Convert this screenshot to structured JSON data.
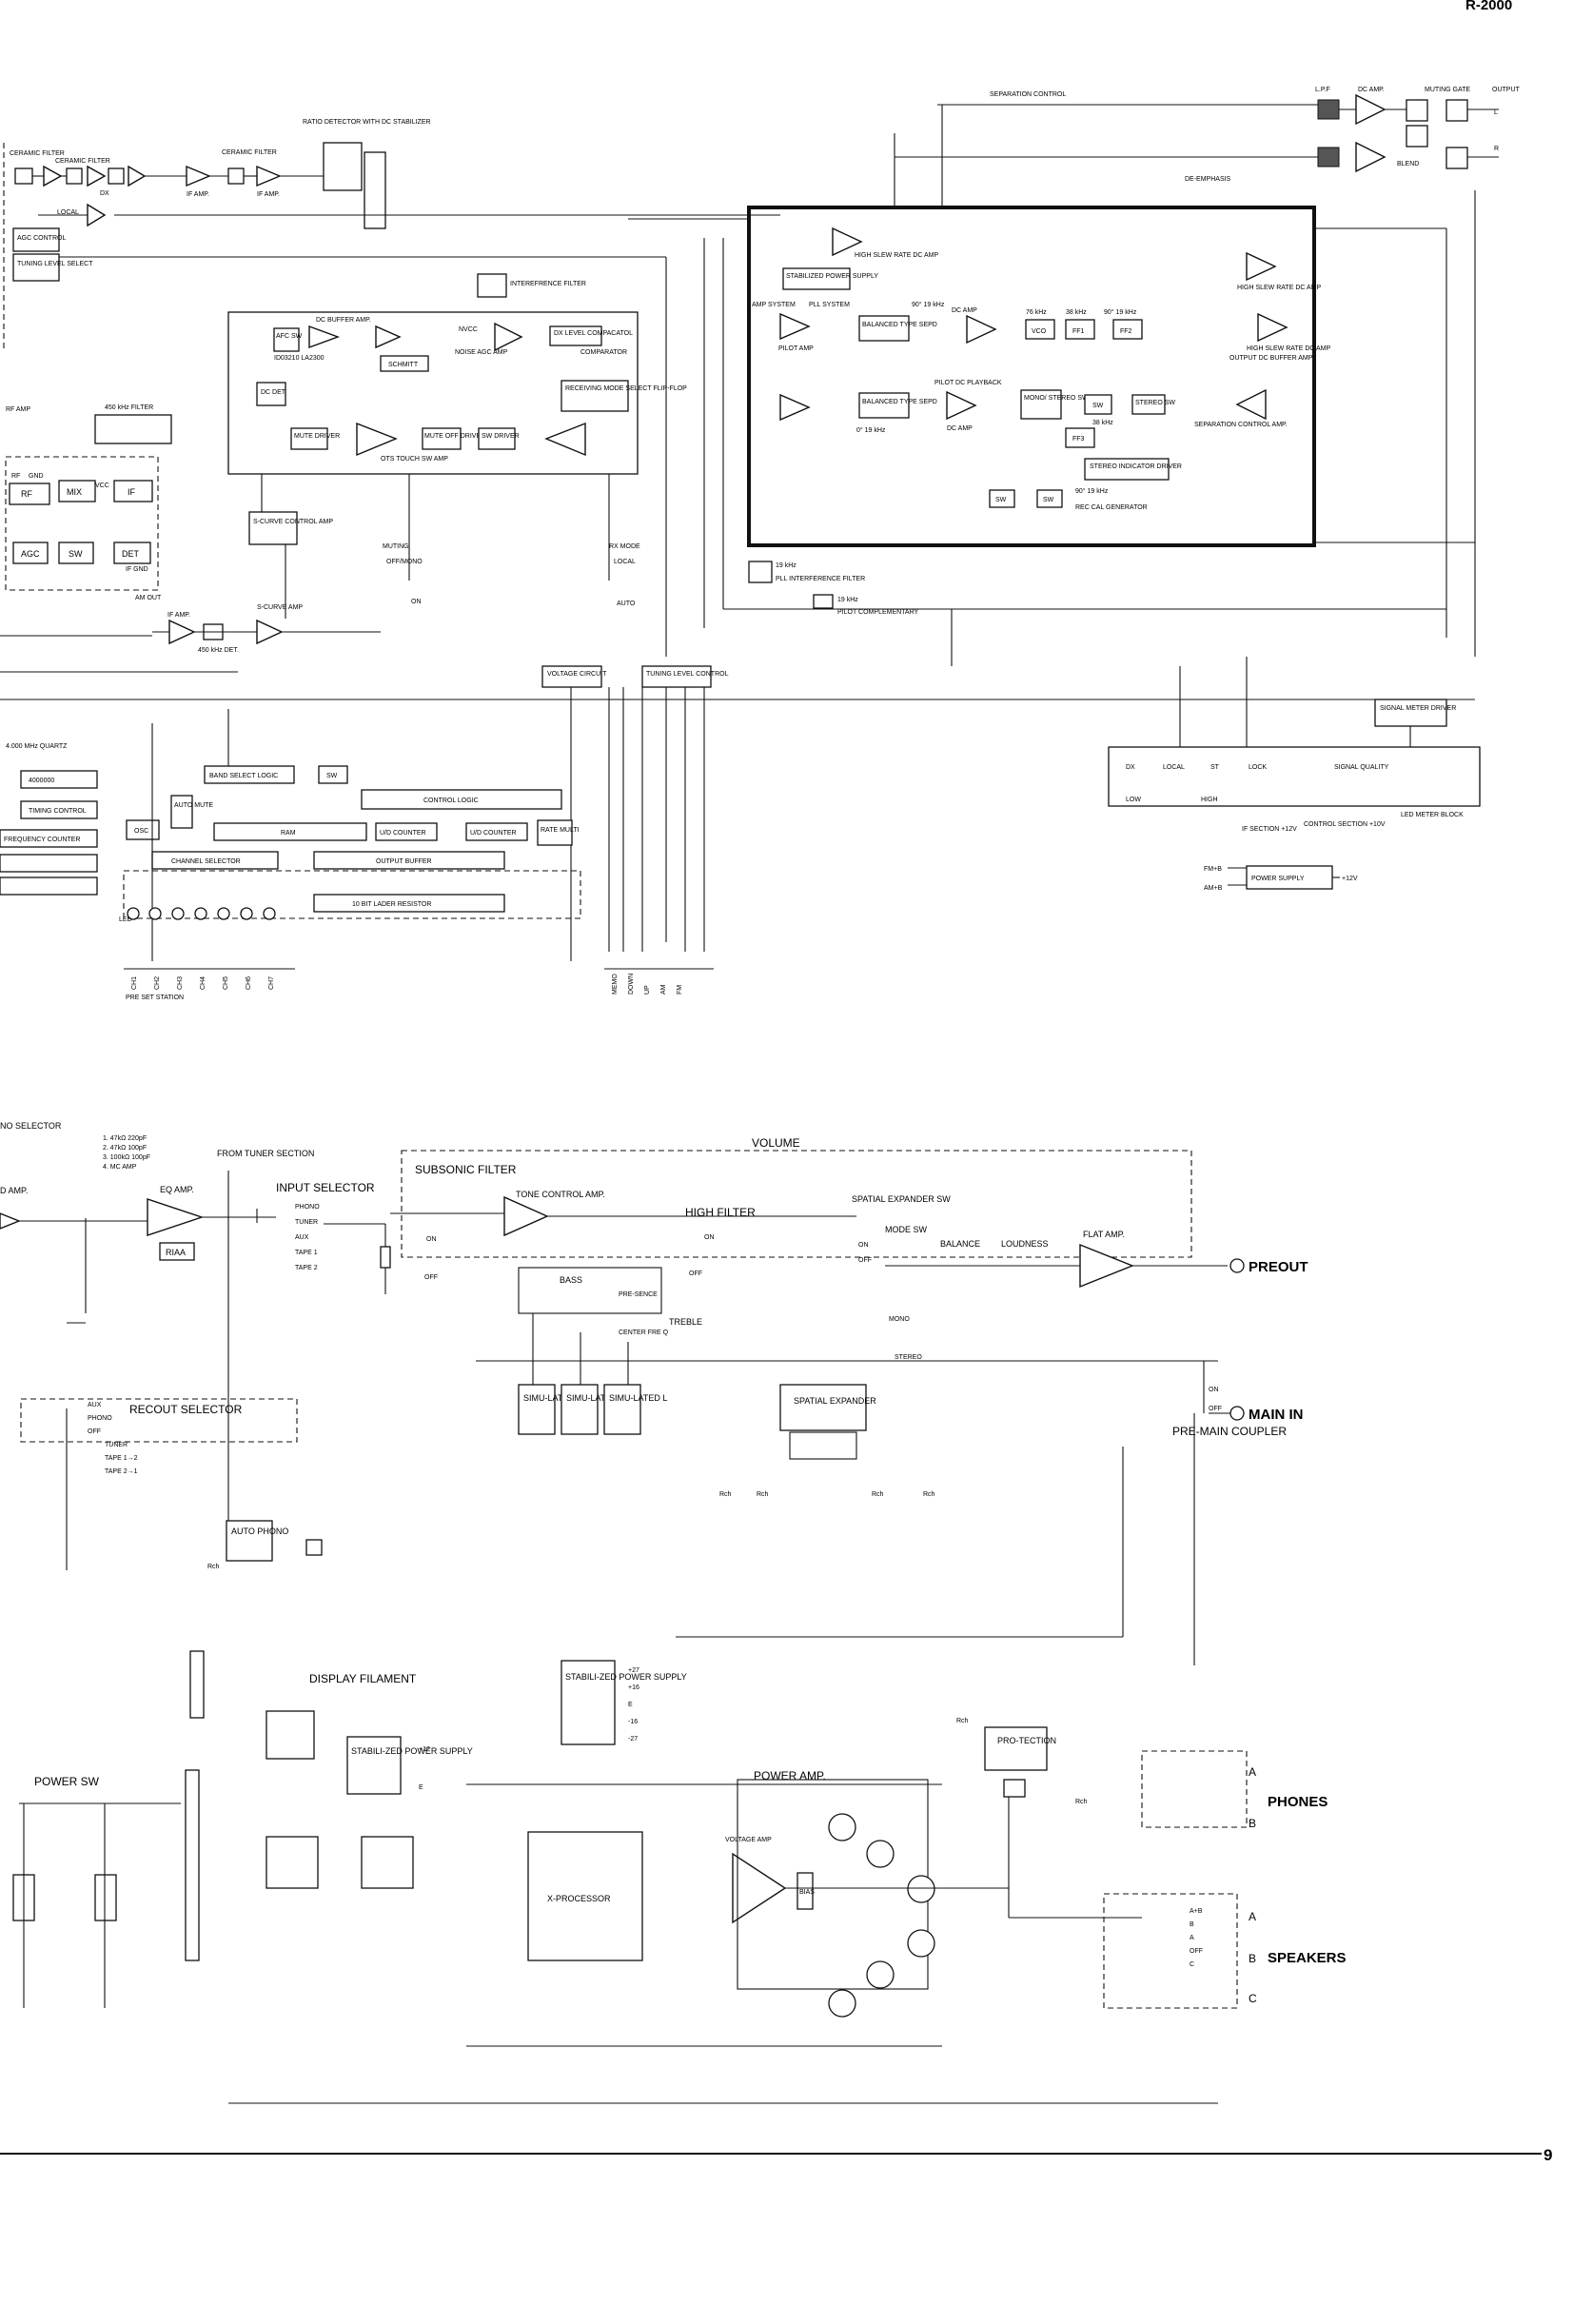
{
  "page_number": "9",
  "top_corner_label": "R-2000",
  "labels": {
    "ceramic_filter_1": "CERAMIC FILTER",
    "ceramic_filter_2": "CERAMIC FILTER",
    "ceramic_filter_3": "CERAMIC FILTER",
    "dx": "DX",
    "local": "LOCAL",
    "if_amp_1": "IF AMP.",
    "if_amp_2": "IF AMP.",
    "ratio_detector": "RATIO DETECTOR WITH DC STABILIZER",
    "agc_control": "AGC CONTROL",
    "tuning_level_select": "TUNING LEVEL SELECT",
    "rf_amp": "RF AMP",
    "filter_450": "450 kHz FILTER",
    "rf": "RF",
    "gnd": "GND",
    "mix": "MIX",
    "vcc": "VCC",
    "if": "IF",
    "agc": "AGC",
    "sw": "SW",
    "det": "DET",
    "if_gnd": "IF GND",
    "am_out": "AM OUT",
    "if_amp_3": "IF AMP.",
    "det_450": "450 kHz DET.",
    "s_curve_amp": "S-CURVE AMP",
    "s_curve_control_amp": "S-CURVE CONTROL AMP",
    "interference_filter": "INTEREFRENCE FILTER",
    "dc_buffer_amp": "DC BUFFER AMP.",
    "afc_sw": "AFC SW",
    "nvcc": "NVCC",
    "ic_name": "ID03210 LA2300",
    "schmitt": "SCHMITT",
    "noise_agc_amp": "NOISE AGC AMP",
    "dx_level_comp": "DX LEVEL COMPACATOL",
    "comparator": "COMPARATOR",
    "dc_det": "DC DET",
    "receiving_mode": "RECEIVING MODE SELECT FLIP-FLOP",
    "mute_driver": "MUTE DRIVER",
    "mute_off_driver": "MUTE OFF DRIVER",
    "sw_driver": "SW DRIVER",
    "ots_touch": "OTS TOUCH SW AMP",
    "muting": "MUTING",
    "off_mono": "OFF/MONO",
    "on": "ON",
    "rx_mode": "RX MODE",
    "local_2": "LOCAL",
    "auto": "AUTO",
    "separation_control": "SEPARATION CONTROL",
    "lpf": "L.P.F",
    "dc_amp": "DC AMP.",
    "muting_gate": "MUTING GATE",
    "output": "OUTPUT",
    "L": "L",
    "R": "R",
    "blend": "BLEND",
    "de_emphasis": "DE-EMPHASIS",
    "high_slew_1": "HIGH SLEW RATE DC AMP",
    "high_slew_2": "HIGH SLEW RATE DC AMP",
    "high_slew_3": "HIGH SLEW RATE DC AMP",
    "stabilized_ps": "STABILIZED POWER SUPPLY",
    "amp_system": "AMP SYSTEM",
    "pll_system": "PLL SYSTEM",
    "pilot_amp": "PILOT AMP",
    "balanced_sepd_1": "BALANCED TYPE SEPD",
    "balanced_sepd_2": "BALANCED TYPE SEPD",
    "f19_1": "90° 19 kHz",
    "f19_2": "0° 19 kHz",
    "dc_amp_2": "DC AMP",
    "dc_amp_3": "DC AMP",
    "vco": "VCO",
    "f76": "76 kHz",
    "f38": "38 kHz",
    "f19_3": "90° 19 kHz",
    "ff1": "FF1",
    "ff2": "FF2",
    "ff3": "FF3",
    "output_dc_buffer": "OUTPUT DC BUFFER AMP",
    "pilot_dc_playback": "PILOT DC PLAYBACK",
    "mono_stereo_sw": "MONO/ STEREO SW",
    "sw_2": "SW",
    "f38_2": "38 kHz",
    "stereo_sw": "STEREO SW",
    "separation_control_amp": "SEPARATION CONTROL AMP.",
    "stereo_indicator": "STEREO INDICATOR DRIVER",
    "sw_3": "SW",
    "sw_4": "SW",
    "f19_4": "90° 19 kHz",
    "rec_cal": "REC CAL GENERATOR",
    "f19_5": "19 kHz",
    "pll_interference": "PLL INTERFERENCE FILTER",
    "f19_6": "19 kHz",
    "pilot_complementary": "PILOT COMPLEMENTARY",
    "voltage_circuit": "VOLTAGE CIRCUIT",
    "tuning_level_control": "TUNING LEVEL CONTROL",
    "signal_meter_driver": "SIGNAL METER DRIVER",
    "m_dx": "DX",
    "m_local": "LOCAL",
    "m_st": "ST",
    "m_lock": "LOCK",
    "signal_quality": "SIGNAL QUALITY",
    "low": "LOW",
    "high": "HIGH",
    "led_meter_block": "LED METER BLOCK",
    "if_section": "IF SECTION +12V",
    "control_section": "CONTROL SECTION +10V",
    "fm_b": "FM+B",
    "am_b": "AM+B",
    "power_supply_small": "POWER SUPPLY",
    "plus12": "+12V",
    "quartz": "4.000 MHz QUARTZ",
    "q_val": "4000000",
    "timing_control": "TIMING CONTROL",
    "frequency_counter": "FREQUENCY COUNTER",
    "band_select_logic": "BAND SELECT LOGIC",
    "sw_5": "SW",
    "control_logic": "CONTROL LOGIC",
    "osc": "OSC",
    "auto_mute": "AUTO MUTE",
    "ram": "RAM",
    "ud_counter_1": "U/D COUNTER",
    "ud_counter_2": "U/D COUNTER",
    "rate_multi": "RATE MULTI",
    "channel_selector": "CHANNEL SELECTOR",
    "output_buffer": "OUTPUT BUFFER",
    "ladder": "10 BIT LADER RESISTOR",
    "led": "LED",
    "preset_station": "PRE SET STATION",
    "ch_labels": [
      "CH1",
      "CH2",
      "CH3",
      "CH4",
      "CH5",
      "CH6",
      "CH7"
    ],
    "btn_labels": [
      "MEMO",
      "DOWN",
      "UP",
      "AM",
      "FM"
    ],
    "phono_selector": "NO SELECTOR",
    "phono_opts": [
      "1. 47kΩ 220pF",
      "2. 47kΩ 100pF",
      "3. 100kΩ 100pF",
      "4. MC AMP"
    ],
    "d_amp": "D AMP.",
    "eq_amp": "EQ AMP.",
    "riaa": "RIAA",
    "from_tuner": "FROM TUNER SECTION",
    "input_selector": "INPUT SELECTOR",
    "sel_opts": [
      "PHONO",
      "TUNER",
      "AUX",
      "TAPE 1",
      "TAPE 2"
    ],
    "volume": "VOLUME",
    "subsonic_filter": "SUBSONIC FILTER",
    "on_2": "ON",
    "off_2": "OFF",
    "tone_control_amp": "TONE CONTROL AMP.",
    "high_filter": "HIGH FILTER",
    "on_3": "ON",
    "off_3": "OFF",
    "spatial_expander_sw": "SPATIAL EXPANDER SW",
    "mode_sw": "MODE SW",
    "on_4": "ON",
    "off_4": "OFF",
    "balance": "BALANCE",
    "loudness": "LOUDNESS",
    "flat_amp": "FLAT AMP.",
    "preout": "PREOUT",
    "bass": "BASS",
    "presence": "PRE-SENCE",
    "treble": "TREBLE",
    "center_freq": "CENTER FRE Q",
    "mono": "MONO",
    "stereo": "STEREO",
    "sim_l_1": "SIMU-LATED L",
    "sim_l_2": "SIMU-LATED L",
    "sim_l_3": "SIMU-LATED L",
    "spatial_expander": "SPATIAL EXPANDER",
    "on_5": "ON",
    "off_5": "OFF",
    "main_in": "MAIN IN",
    "pre_main_coupler": "PRE-MAIN COUPLER",
    "recout_selector": "RECOUT SELECTOR",
    "rec_opts": [
      "AUX",
      "PHONO",
      "OFF",
      "TUNER",
      "TAPE 1→2",
      "TAPE 2→1"
    ],
    "auto_phono": "AUTO PHONO",
    "rch_1": "Rch",
    "rch_2": "Rch",
    "rch_3": "Rch",
    "rch_4": "Rch",
    "rch_5": "Rch",
    "rch_6": "Rch",
    "rch_7": "Rch",
    "display_filament": "DISPLAY FILAMENT",
    "stabilized_ps_2": "STABILI-ZED POWER SUPPLY",
    "stabilized_ps_3": "STABILI-ZED POWER SUPPLY",
    "v_plus27": "+27",
    "v_plus16": "+16",
    "v_e": "E",
    "v_minus16": "-16",
    "v_minus27": "-27",
    "v_plus12": "+12",
    "v_e2": "E",
    "power_sw": "POWER SW",
    "power_amp": "POWER AMP.",
    "protection": "PRO-TECTION",
    "voltage_amp": "VOLTAGE AMP",
    "bias": "BIAS",
    "x_processor": "X-PROCESSOR",
    "phones": "PHONES",
    "speakers": "SPEAKERS",
    "ph_a": "A",
    "ph_b": "B",
    "sp_a": "A",
    "sp_b": "B",
    "sp_c": "C",
    "sp_opts": [
      "A+B",
      "B",
      "A",
      "OFF",
      "C"
    ]
  }
}
